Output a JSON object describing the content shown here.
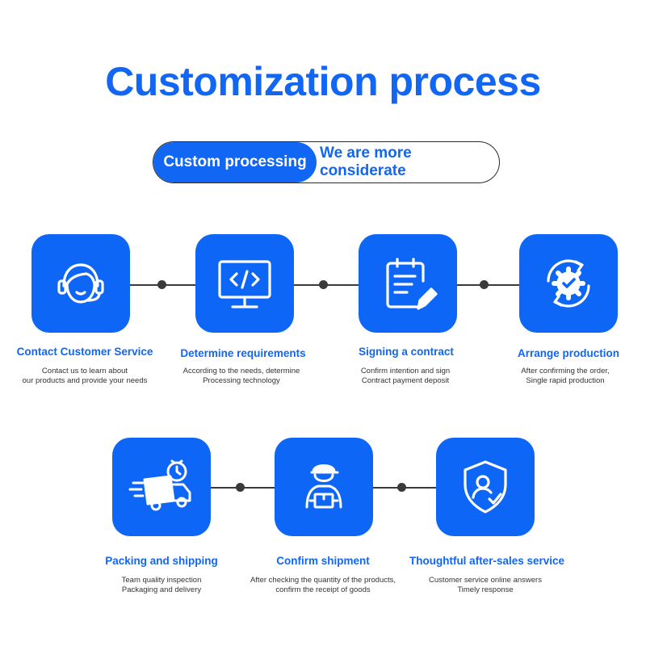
{
  "title": "Customization process",
  "pill": {
    "left": "Custom processing",
    "right": "We are more considerate"
  },
  "steps": [
    {
      "icon": "customer-service-headset-icon",
      "title": "Contact Customer Service",
      "desc": [
        "Contact us to learn about",
        "our products and provide your needs"
      ]
    },
    {
      "icon": "monitor-code-icon",
      "title": "Determine requirements",
      "desc": [
        "According to the needs, determine",
        "Processing technology"
      ]
    },
    {
      "icon": "clipboard-pen-icon",
      "title": "Signing a contract",
      "desc": [
        "Confirm intention and sign",
        "Contract payment deposit"
      ]
    },
    {
      "icon": "gear-check-cycle-icon",
      "title": "Arrange production",
      "desc": [
        "After confirming the order,",
        "Single rapid production"
      ]
    },
    {
      "icon": "delivery-truck-clock-icon",
      "title": "Packing and shipping",
      "desc": [
        "Team quality inspection",
        "Packaging and delivery"
      ]
    },
    {
      "icon": "courier-package-icon",
      "title": "Confirm shipment",
      "desc": [
        "After checking the quantity of the products,",
        "confirm the receipt of goods"
      ]
    },
    {
      "icon": "shield-user-check-icon",
      "title": "Thoughtful after-sales service",
      "desc": [
        "Customer service online answers",
        "Timely response"
      ]
    }
  ],
  "colors": {
    "accent": "#1166f4",
    "tile": "#0d66f5",
    "connector": "#3a3a3a"
  }
}
